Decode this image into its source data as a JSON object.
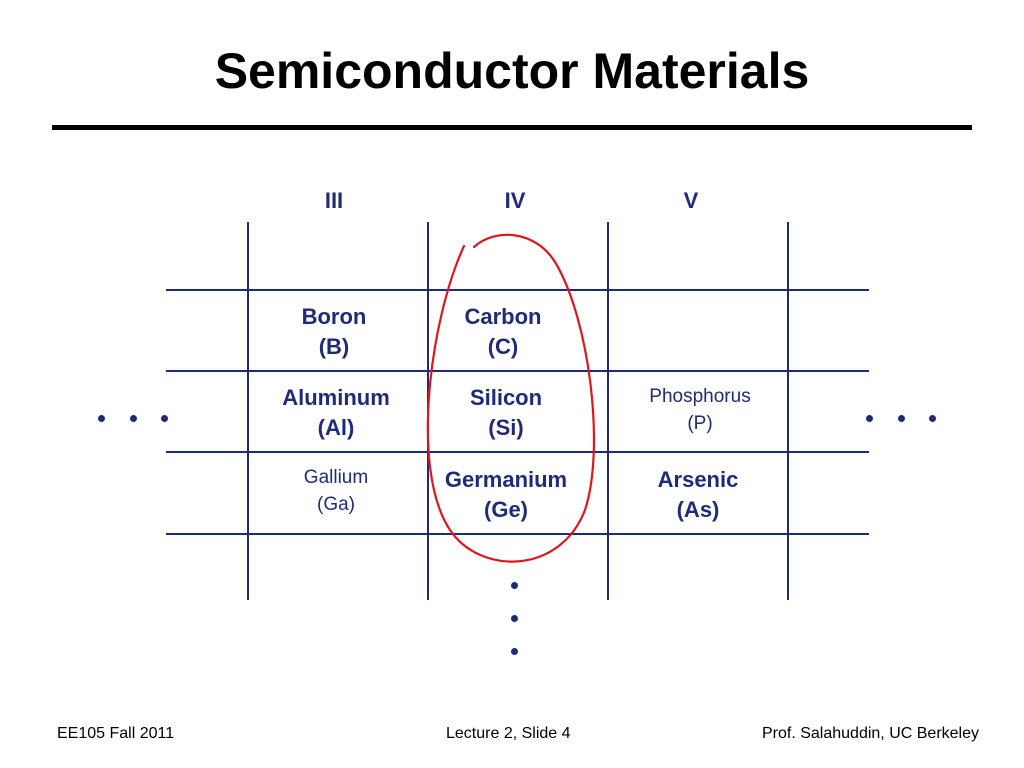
{
  "slide": {
    "title": "Semiconductor Materials"
  },
  "table": {
    "columns": [
      {
        "label": "III"
      },
      {
        "label": "IV"
      },
      {
        "label": "V"
      }
    ],
    "rows": [
      [
        {
          "name": "Boron",
          "symbol": "(B)"
        },
        {
          "name": "Carbon",
          "symbol": "(C)"
        },
        {
          "name": "",
          "symbol": ""
        }
      ],
      [
        {
          "name": "Aluminum",
          "symbol": "(Al)"
        },
        {
          "name": "Silicon",
          "symbol": "(Si)"
        },
        {
          "name": "Phosphorus",
          "symbol": "(P)"
        }
      ],
      [
        {
          "name": "Gallium",
          "symbol": "(Ga)"
        },
        {
          "name": "Germanium",
          "symbol": "(Ge)"
        },
        {
          "name": "Arsenic",
          "symbol": "(As)"
        }
      ]
    ]
  },
  "colors": {
    "grid": "#1f2a7a",
    "annotation": "#e0161b"
  },
  "footer": {
    "course": "EE105 Fall 2011",
    "lecture": "Lecture 2, Slide 4",
    "author": "Prof. Salahuddin, UC Berkeley"
  }
}
